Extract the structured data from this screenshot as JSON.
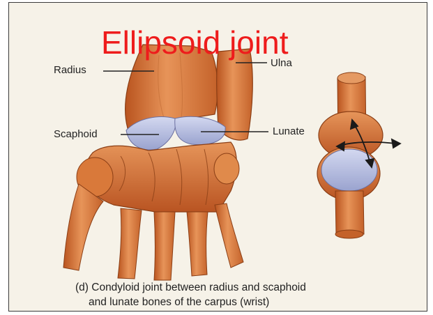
{
  "title": "Ellipsoid joint",
  "labels": {
    "radius": "Radius",
    "ulna": "Ulna",
    "scaphoid": "Scaphoid",
    "lunate": "Lunate"
  },
  "caption": {
    "line1": "(d) Condyloid joint between radius and scaphoid",
    "line2": "and lunate bones of the carpus (wrist)"
  },
  "colors": {
    "title": "#ee1c1c",
    "bone": "#d9793a",
    "cartilage": "#b8bfe0",
    "background": "#f6f2e8"
  }
}
